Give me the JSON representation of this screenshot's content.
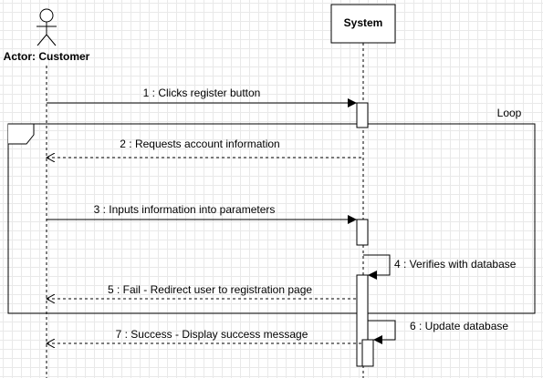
{
  "actor": {
    "label": "Actor: Customer"
  },
  "system": {
    "label": "System"
  },
  "frame": {
    "label": "Loop"
  },
  "messages": [
    {
      "label": "1 : Clicks register button"
    },
    {
      "label": "2 : Requests account information"
    },
    {
      "label": "3 : Inputs information into parameters"
    },
    {
      "label": "4 : Verifies with database"
    },
    {
      "label": "5 : Fail - Redirect user to registration page"
    },
    {
      "label": "6 : Update database"
    },
    {
      "label": "7 : Success - Display success message"
    }
  ]
}
